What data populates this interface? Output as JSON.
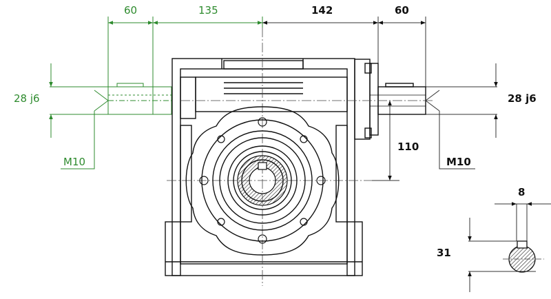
{
  "colors": {
    "green": "#2e8b2e",
    "black": "#111111",
    "thin": "#333333",
    "hatch": "#222222"
  },
  "left_dims": {
    "len_a": "60",
    "len_b": "135",
    "shaft_diam": "28 j6",
    "thread": "M10"
  },
  "right_dims": {
    "len_a": "142",
    "len_b": "60",
    "shaft_diam": "28 j6",
    "thread": "M10",
    "height": "110"
  },
  "key_detail": {
    "key_width": "8",
    "height": "31"
  }
}
